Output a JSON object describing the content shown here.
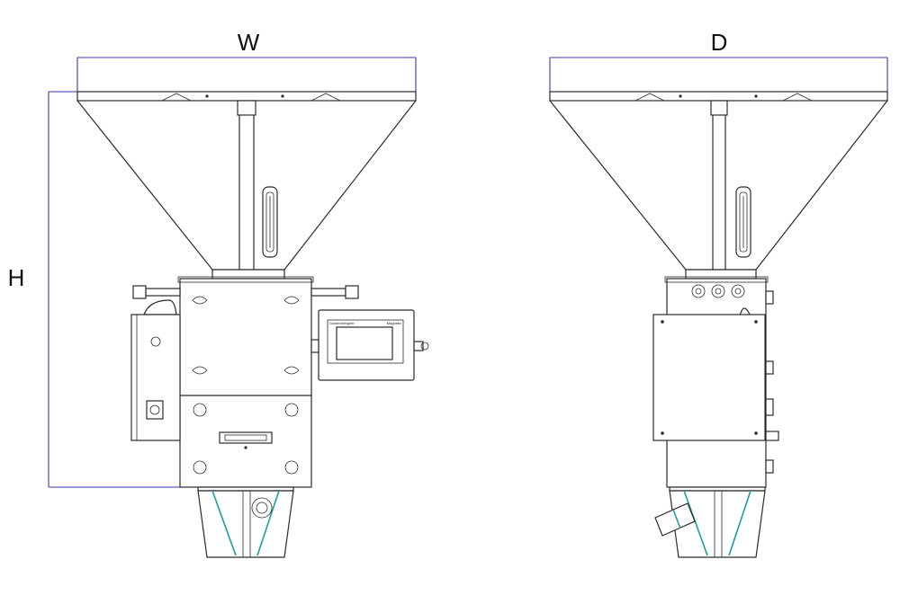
{
  "dimensions": {
    "width_label": "W",
    "height_label": "H",
    "depth_label": "D"
  },
  "front_view": {
    "panel_brand": "GoldenWeigher",
    "panel_model": "Magnetic"
  },
  "colors": {
    "line": "#2b2b2b",
    "dimension_line": "#3a3ab0",
    "accent_teal": "#1f9c9c",
    "background": "#ffffff"
  }
}
